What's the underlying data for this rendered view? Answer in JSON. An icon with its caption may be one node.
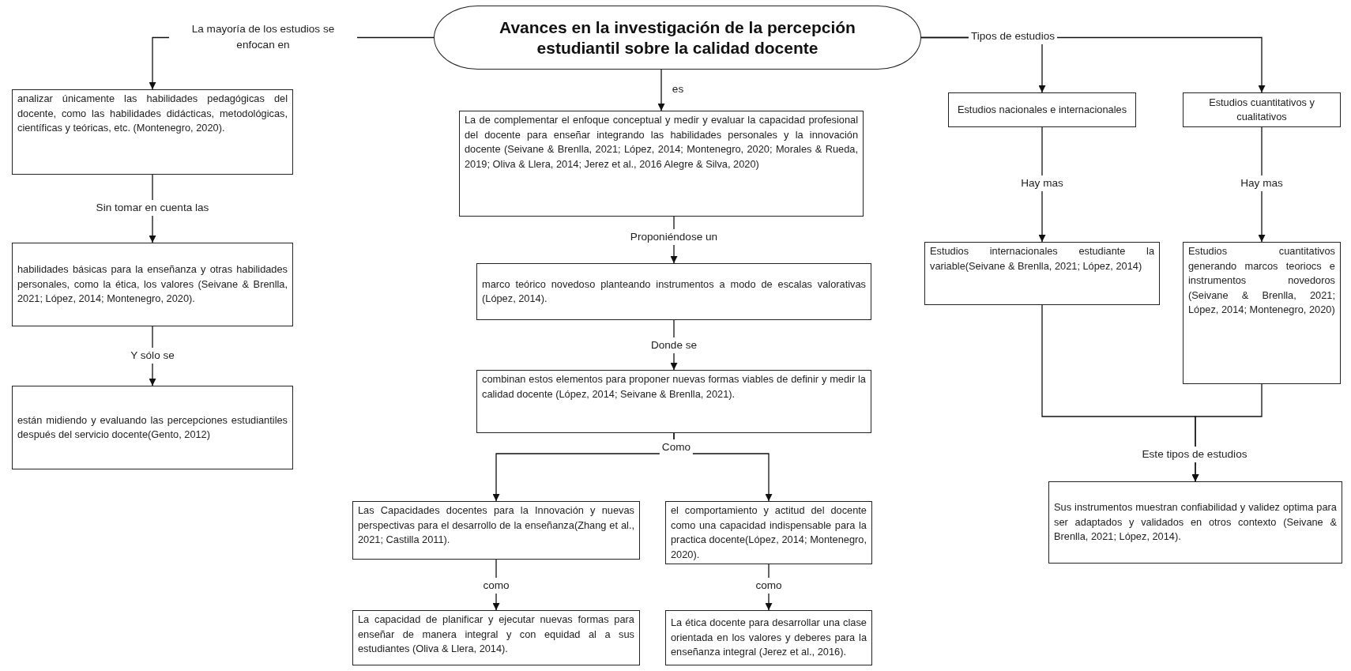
{
  "diagram": {
    "nodes": [
      {
        "text": [
          "Avances en la investigación de la percepción estudiantil sobre la calidad docente"
        ]
      },
      {
        "text": [
          "analizar únicamente las habilidades pedagógicas del docente, como las habilidades didácticas, metodológicas, científicas y teóricas, etc. (Montenegro, 2020)."
        ]
      },
      {
        "text": [
          "habilidades básicas para la enseñanza y otras habilidades personales, como la ética, los valores (Seivane & Brenlla, 2021; López, 2014; Montenegro, 2020)."
        ]
      },
      {
        "text": [
          "están midiendo y evaluando las percepciones estudiantiles después del servicio docente(Gento, 2012)"
        ]
      },
      {
        "text": [
          "La de complementar el enfoque conceptual y medir y evaluar la capacidad profesional del docente para enseñar integrando las habilidades personales y la innovación docente (Seivane & Brenlla, 2021; López, 2014; Montenegro, 2020; Morales & Rueda, 2019; Oliva & Llera, 2014; Jerez et al., 2016 Alegre & Silva, 2020)"
        ]
      },
      {
        "text": [
          "marco teórico novedoso planteando instrumentos a modo de escalas valorativas (López, 2014)."
        ]
      },
      {
        "text": [
          "combinan estos elementos para proponer nuevas formas viables de definir y medir la calidad docente (López, 2014; Seivane & Brenlla, 2021)."
        ]
      },
      {
        "text": [
          "Las Capacidades docentes para la Innovación y nuevas perspectivas para el desarrollo de la enseñanza(Zhang et al., 2021; Castilla 2011)."
        ]
      },
      {
        "text": [
          "el comportamiento y actitud del docente como una capacidad indispensable para la practica docente(López, 2014; Montenegro, 2020)."
        ]
      },
      {
        "text": [
          "La capacidad de planificar y ejecutar nuevas formas para enseñar de manera integral y con equidad al a sus estudiantes (Oliva & Llera, 2014)."
        ]
      },
      {
        "text": [
          "La ética docente para desarrollar una clase orientada en los valores y deberes para la enseñanza integral (Jerez et al., 2016)."
        ]
      },
      {
        "text": [
          "Estudios nacionales e internacionales"
        ]
      },
      {
        "text": [
          "Estudios cuantitativos y cualitativos"
        ]
      },
      {
        "text": [
          "Estudios internacionales estudiante la variable(Seivane & Brenlla, 2021; López, 2014)"
        ]
      },
      {
        "text": [
          "Estudios cuantitativos generando marcos teoriocs e instrumentos novedoros (Seivane & Brenlla, 2021; López, 2014; Montenegro, 2020)"
        ]
      },
      {
        "text": [
          "Sus instrumentos muestran confiabilidad y validez optima para ser adaptados y validados en otros contexto (Seivane & Brenlla, 2021; López, 2014)."
        ]
      }
    ],
    "edges": [
      {
        "from": 0,
        "to": 1,
        "arrow": "to",
        "label": "La mayoría de los estudios se enfocan en"
      },
      {
        "from": 1,
        "to": 2,
        "arrow": "to",
        "label": "Sin tomar en cuenta las"
      },
      {
        "from": 2,
        "to": 3,
        "arrow": "to",
        "label": "Y sólo se"
      },
      {
        "from": 0,
        "to": 4,
        "arrow": "to",
        "label": "es"
      },
      {
        "from": 4,
        "to": 5,
        "arrow": "to",
        "label": "Proponiéndose un"
      },
      {
        "from": 5,
        "to": 6,
        "arrow": "to",
        "label": "Donde se"
      },
      {
        "from": 6,
        "to": 7,
        "arrow": "to",
        "label": "Como"
      },
      {
        "from": 6,
        "to": 8,
        "arrow": "to"
      },
      {
        "from": 7,
        "to": 9,
        "arrow": "to",
        "label": "como"
      },
      {
        "from": 8,
        "to": 10,
        "arrow": "to",
        "label": "como"
      },
      {
        "from": 0,
        "to": 11,
        "arrow": "to",
        "label": "Tipos de estudios"
      },
      {
        "from": 0,
        "to": 12,
        "arrow": "to"
      },
      {
        "from": 11,
        "to": 13,
        "arrow": "to",
        "label": "Hay mas"
      },
      {
        "from": 12,
        "to": 14,
        "arrow": "to",
        "label": "Hay mas"
      },
      {
        "from": 13,
        "to": 15,
        "arrow": "to",
        "label": "Este tipos de estudios"
      },
      {
        "from": 14,
        "to": 15,
        "arrow": "to"
      }
    ]
  }
}
